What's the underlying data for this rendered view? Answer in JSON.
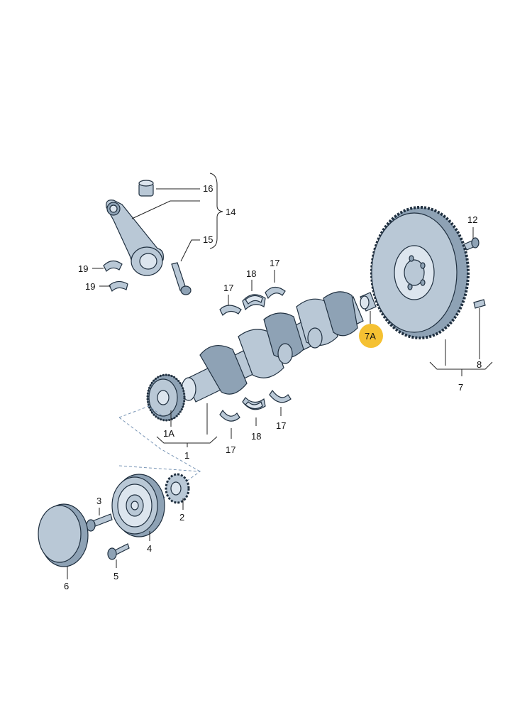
{
  "labels": {
    "l1": "1",
    "l1a": "1A",
    "l2": "2",
    "l3": "3",
    "l4": "4",
    "l5": "5",
    "l6": "6",
    "l7": "7",
    "l7a": "7A",
    "l8": "8",
    "l12": "12",
    "l14": "14",
    "l15": "15",
    "l16": "16",
    "l17a": "17",
    "l17b": "17",
    "l17c": "17",
    "l17d": "17",
    "l18a": "18",
    "l18b": "18",
    "l19a": "19",
    "l19b": "19"
  },
  "colors": {
    "highlight": "#f5c132",
    "part": "#b9c8d6",
    "outline": "#1f2f3f"
  },
  "highlighted_part": "7A"
}
